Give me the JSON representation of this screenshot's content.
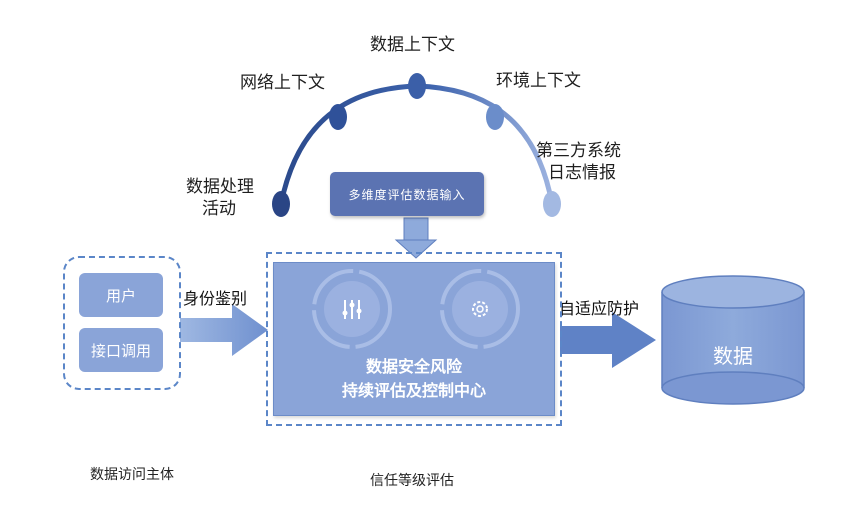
{
  "context_labels": {
    "data_context": "数据上下文",
    "network_context": "网络上下文",
    "environment_context": "环境上下文",
    "third_party_line1": "第三方系统",
    "third_party_line2": "日志情报",
    "processing_line1": "数据处理",
    "processing_line2": "活动"
  },
  "input_box": {
    "label": "多维度评估数据输入"
  },
  "subject": {
    "user_label": "用户",
    "api_label": "接口调用",
    "caption": "数据访问主体"
  },
  "edges": {
    "auth_label": "身份鉴别",
    "protect_label": "自适应防护"
  },
  "center": {
    "title_line1": "数据安全风险",
    "title_line2": "持续评估及控制中心",
    "caption": "信任等级评估"
  },
  "data_store": {
    "label": "数据"
  },
  "colors": {
    "dark_node": "#2f4f8f",
    "mid_node": "#4a6fb5",
    "light_node": "#8aa4d8",
    "box_fill": "#8aa4d8",
    "arrow": "#8eaadb"
  },
  "icons": [
    "sliders-icon",
    "gear-icon"
  ]
}
